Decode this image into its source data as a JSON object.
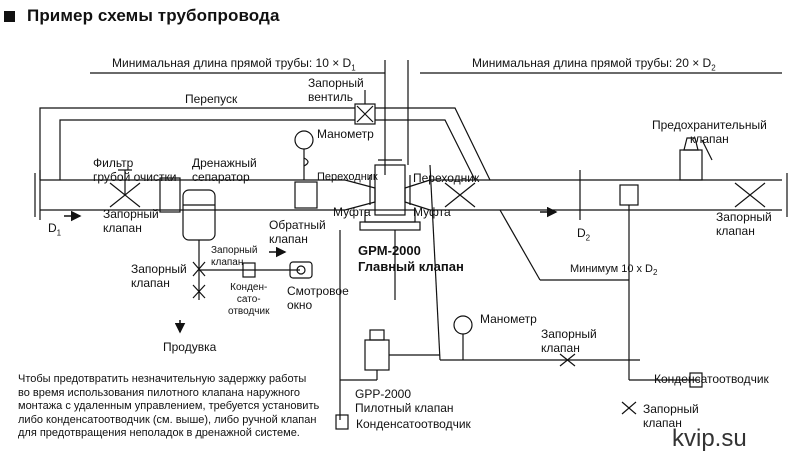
{
  "title": "Пример схемы трубопровода",
  "watermark": "kvip.su",
  "labels": {
    "min_len_1": "Минимальная длина прямой трубы: 10 × D",
    "min_len_1_sub": "1",
    "min_len_2": "Минимальная длина прямой трубы: 20 × D",
    "min_len_2_sub": "2",
    "bypass": "Перепуск",
    "stop_valve_top_1": "Запорный",
    "stop_valve_top_2": "вентиль",
    "manometer_top": "Манометр",
    "safety_valve_1": "Предохранительный",
    "safety_valve_2": "клапан",
    "filter_1": "Фильтр",
    "filter_2": "грубой очистки",
    "drain_sep_1": "Дренажный",
    "drain_sep_2": "сепаратор",
    "adapter_left": "Переходник",
    "adapter_right": "Переходник",
    "coupling_left": "Муфта",
    "coupling_right": "Муфта",
    "d1": "D",
    "d1_sub": "1",
    "d2": "D",
    "d2_sub": "2",
    "stop_valve_left_1": "Запорный",
    "stop_valve_left_2": "клапан",
    "stop_valve_right_1": "Запорный",
    "stop_valve_right_2": "клапан",
    "check_valve_1": "Обратный",
    "check_valve_2": "клапан",
    "stop_valve_small_1": "Запорный",
    "stop_valve_small_2": "клапан",
    "stop_valve_drain_1": "Запорный",
    "stop_valve_drain_2": "клапан",
    "trap_small_1": "Конден-",
    "trap_small_2": "сато-",
    "trap_small_3": "отводчик",
    "sight_glass_1": "Смотровое",
    "sight_glass_2": "окно",
    "blowdown": "Продувка",
    "main_valve_1": "GPM-2000",
    "main_valve_2": "Главный клапан",
    "min_10d2": "Минимум 10 x D",
    "min_10d2_sub": "2",
    "manometer_bottom": "Манометр",
    "stop_valve_bottom_1": "Запорный",
    "stop_valve_bottom_2": "клапан",
    "pilot_valve_1": "GPP-2000",
    "pilot_valve_2": "Пилотный клапан",
    "trap_bottom": "Конденсатоотводчик",
    "trap_right": "Конденсатоотводчик",
    "stop_valve_corner_1": "Запорный",
    "stop_valve_corner_2": "клапан"
  },
  "note_lines": [
    "Чтобы предотвратить незначительную задержку работы",
    "во время использования пилотного клапана наружного",
    "монтажа с удаленным управлением, требуется установить",
    "либо конденсатоотводчик (см. выше), либо ручной клапан",
    "для предотвращения неполадок в дренажной системе."
  ]
}
